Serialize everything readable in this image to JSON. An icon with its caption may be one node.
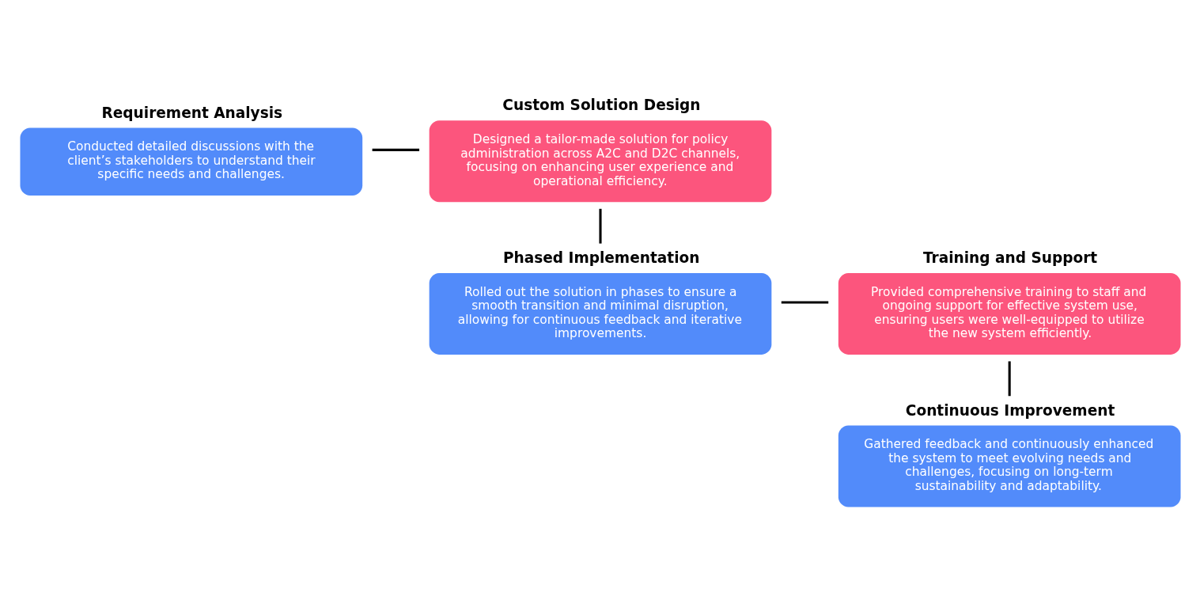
{
  "diagram": {
    "nodes": [
      {
        "text": [
          "Requirement Analysis",
          "Conducted detailed discussions with the client’s stakeholders to understand their specific needs and challenges."
        ]
      },
      {
        "text": [
          "Custom Solution Design",
          "Designed a tailor-made solution for policy administration across A2C and D2C channels, focusing on enhancing user experience and operational efficiency."
        ]
      },
      {
        "text": [
          "Training and Support",
          "Provided comprehensive training to staff and ongoing support for effective system use, ensuring users were well-equipped to utilize the new system efficiently."
        ]
      },
      {
        "text": [
          "Phased Implementation",
          "Rolled out the solution in phases to ensure a smooth transition and minimal disruption, allowing for continuous feedback and iterative improvements."
        ]
      },
      {
        "text": [
          "Continuous Improvement",
          "Gathered feedback and continuously enhanced the system to meet evolving needs and challenges, focusing on long-term sustainability and adaptability."
        ]
      }
    ],
    "edges": [
      {
        "from": 0,
        "to": 1,
        "arrow": "none"
      },
      {
        "from": 1,
        "to": 3,
        "arrow": "none"
      },
      {
        "from": 3,
        "to": 2,
        "arrow": "none"
      },
      {
        "from": 2,
        "to": 4,
        "arrow": "none"
      }
    ]
  }
}
